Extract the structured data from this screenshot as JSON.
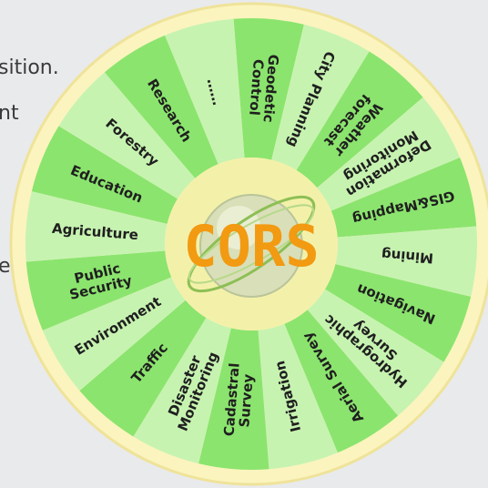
{
  "background_fragments": [
    {
      "id": "frag-1",
      "text": "sition."
    },
    {
      "id": "frag-2",
      "text": "nt"
    },
    {
      "id": "frag-3",
      "text": "e,"
    }
  ],
  "center": {
    "label": "CORS",
    "color": "#f29a12",
    "icon": "globe-icon"
  },
  "colors": {
    "rim": "#fbf4be",
    "rim_stroke": "#efe39a",
    "hub": "#f3f1a9",
    "segment_dark": "#8be46e",
    "segment_light": "#c7f3b1",
    "text": "#1f1f1f"
  },
  "segments": [
    {
      "name": "geodetic-control",
      "lines": [
        "Geodetic",
        "Control"
      ]
    },
    {
      "name": "city-planning",
      "lines": [
        "City Planning"
      ]
    },
    {
      "name": "weather-forecast",
      "lines": [
        "Weather",
        "forecast"
      ]
    },
    {
      "name": "deformation-monitoring",
      "lines": [
        "Deformation",
        "Monitoring"
      ]
    },
    {
      "name": "gis-mapping",
      "lines": [
        "GIS&Mapping"
      ]
    },
    {
      "name": "mining",
      "lines": [
        "Mining"
      ]
    },
    {
      "name": "navigation",
      "lines": [
        "Navigation"
      ]
    },
    {
      "name": "hydrographic-survey",
      "lines": [
        "Hydrographic",
        "Survey"
      ]
    },
    {
      "name": "aerial-survey",
      "lines": [
        "Aerial Survey"
      ]
    },
    {
      "name": "irrigation",
      "lines": [
        "Irrigation"
      ]
    },
    {
      "name": "cadastral-survey",
      "lines": [
        "Cadastral",
        "Survey"
      ]
    },
    {
      "name": "disaster-monitoring",
      "lines": [
        "Disaster",
        "Monitoring"
      ]
    },
    {
      "name": "traffic",
      "lines": [
        "Traffic"
      ]
    },
    {
      "name": "environment",
      "lines": [
        "Environment"
      ]
    },
    {
      "name": "public-security",
      "lines": [
        "Public",
        "Security"
      ]
    },
    {
      "name": "agriculture",
      "lines": [
        "Agriculture"
      ]
    },
    {
      "name": "education",
      "lines": [
        "Education"
      ]
    },
    {
      "name": "forestry",
      "lines": [
        "Forestry"
      ]
    },
    {
      "name": "research",
      "lines": [
        "Research"
      ]
    },
    {
      "name": "more",
      "lines": [
        "……"
      ]
    }
  ]
}
